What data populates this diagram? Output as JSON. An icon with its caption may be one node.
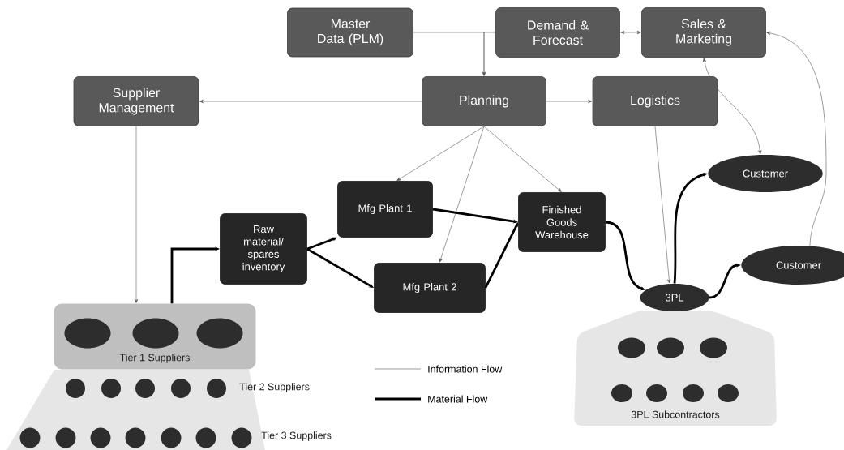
{
  "diagram": {
    "nodes": [
      {
        "text": [
          "Master Data (PLM)"
        ]
      },
      {
        "text": [
          "Demand & Forecast"
        ]
      },
      {
        "text": [
          "Sales & Marketing"
        ]
      },
      {
        "text": [
          "Supplier Management"
        ]
      },
      {
        "text": [
          "Planning"
        ]
      },
      {
        "text": [
          "Logistics"
        ]
      },
      {
        "text": [
          "Customer"
        ]
      },
      {
        "text": [
          "Mfg Plant 1"
        ]
      },
      {
        "text": [
          "Finished Goods Warehouse"
        ]
      },
      {
        "text": [
          "Raw material/ spares inventory"
        ]
      },
      {
        "text": [
          "Customer"
        ]
      },
      {
        "text": [
          "Mfg Plant 2"
        ]
      },
      {
        "text": [
          "3PL"
        ]
      },
      {
        "text": [
          "Tier 1 Suppliers"
        ]
      },
      {
        "text": [],
        "shape": "ellipse",
        "in": 13
      },
      {
        "text": [],
        "shape": "ellipse",
        "in": 13
      },
      {
        "text": [],
        "shape": "ellipse",
        "in": 13
      },
      {
        "text": [
          "3PL Subcontractors"
        ]
      },
      {
        "text": [],
        "shape": "ellipse",
        "in": 17
      },
      {
        "text": [],
        "shape": "ellipse",
        "in": 17
      },
      {
        "text": [],
        "shape": "ellipse",
        "in": 17
      },
      {
        "text": [],
        "shape": "ellipse",
        "in": 17
      },
      {
        "text": [],
        "shape": "ellipse",
        "in": 17
      },
      {
        "text": [],
        "shape": "ellipse",
        "in": 17
      },
      {
        "text": [],
        "shape": "ellipse",
        "in": 17
      },
      {
        "text": [
          "Tier 2 Suppliers",
          "Tier 3 Suppliers"
        ]
      },
      {
        "text": [],
        "shape": "circle",
        "in": 25
      },
      {
        "text": [],
        "shape": "circle",
        "in": 25
      },
      {
        "text": [],
        "shape": "circle",
        "in": 25
      },
      {
        "text": [],
        "shape": "circle",
        "in": 25
      },
      {
        "text": [],
        "shape": "circle",
        "in": 25
      },
      {
        "text": [],
        "shape": "circle",
        "in": 25
      },
      {
        "text": [],
        "shape": "circle",
        "in": 25
      },
      {
        "text": [],
        "shape": "circle",
        "in": 25
      },
      {
        "text": [],
        "shape": "circle",
        "in": 25
      },
      {
        "text": [],
        "shape": "circle",
        "in": 25
      },
      {
        "text": [],
        "shape": "circle",
        "in": 25
      },
      {
        "text": [],
        "shape": "circle",
        "in": 25
      }
    ],
    "edges": [
      {
        "from": 0,
        "to": 4,
        "arrow": "to"
      },
      {
        "from": 1,
        "to": 4,
        "arrow": "to"
      },
      {
        "from": 1,
        "to": 2,
        "arrow": "both"
      },
      {
        "from": 4,
        "to": 3,
        "arrow": "to"
      },
      {
        "from": 4,
        "to": 5,
        "arrow": "to"
      },
      {
        "from": 4,
        "to": 7,
        "arrow": "to"
      },
      {
        "from": 4,
        "to": 11,
        "arrow": "to"
      },
      {
        "from": 4,
        "to": 8,
        "arrow": "to"
      },
      {
        "from": 3,
        "to": 13,
        "arrow": "to"
      },
      {
        "from": 5,
        "to": 12,
        "arrow": "to"
      },
      {
        "from": 2,
        "to": 6,
        "arrow": "both"
      },
      {
        "from": 10,
        "to": 2,
        "arrow": "to"
      },
      {
        "from": 13,
        "to": 9,
        "arrow": "to",
        "style": "thick",
        "color": "#000000"
      },
      {
        "from": 9,
        "to": 7,
        "arrow": "to",
        "style": "thick",
        "color": "#000000"
      },
      {
        "from": 9,
        "to": 11,
        "arrow": "to",
        "style": "thick",
        "color": "#000000"
      },
      {
        "from": 7,
        "to": 8,
        "arrow": "to",
        "style": "thick",
        "color": "#000000"
      },
      {
        "from": 11,
        "to": 8,
        "arrow": "to",
        "style": "thick",
        "color": "#000000"
      },
      {
        "from": 8,
        "to": 12,
        "arrow": "to",
        "style": "thick",
        "color": "#000000"
      },
      {
        "from": 12,
        "to": 6,
        "arrow": "to",
        "style": "thick",
        "color": "#000000"
      },
      {
        "from": 12,
        "to": 10,
        "arrow": "to",
        "style": "thick",
        "color": "#000000"
      }
    ],
    "legend": [
      {
        "text": "Information Flow"
      },
      {
        "text": "Material Flow"
      }
    ]
  }
}
